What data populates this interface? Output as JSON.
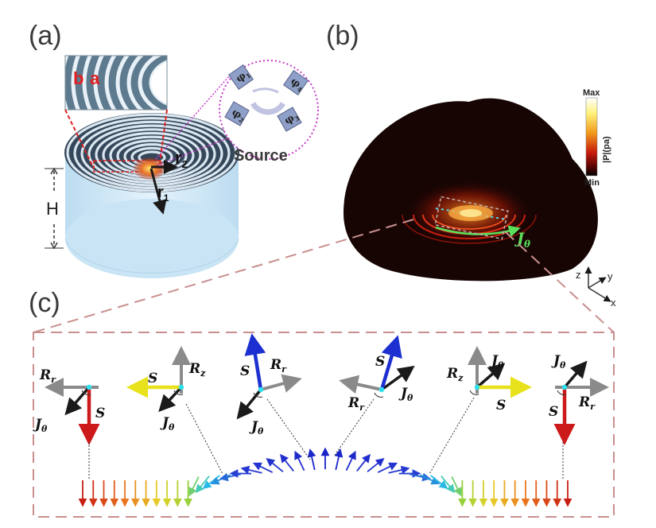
{
  "panels": {
    "a": "(a)",
    "b": "(b)",
    "c": "(c)"
  },
  "panel_a": {
    "inset_labels": [
      "b",
      "a"
    ],
    "r2": "r",
    "r2_sub": "2",
    "r1": "r",
    "r1_sub": "1",
    "height": "H",
    "source_label": "Source",
    "phases": [
      {
        "sym": "φ",
        "sub": "1"
      },
      {
        "sym": "φ",
        "sub": "2"
      },
      {
        "sym": "φ",
        "sub": "3"
      },
      {
        "sym": "φ",
        "sub": "4"
      }
    ]
  },
  "panel_b": {
    "colorbar_label": "|P|(pa)",
    "colorbar_max": "Max",
    "colorbar_min": "Min",
    "flux_label": "J",
    "flux_sub": "θ",
    "axes": {
      "z": "z",
      "y": "y",
      "x": "x"
    }
  },
  "panel_c": {
    "frames": [
      {
        "s": "S",
        "r": "R",
        "r_sub": "r",
        "j": "J",
        "j_sub": "θ",
        "s_color": "#cc1a1a"
      },
      {
        "s": "S",
        "r": "R",
        "r_sub": "z",
        "j": "J",
        "j_sub": "θ",
        "s_color": "#e8e21c"
      },
      {
        "s": "S",
        "r": "R",
        "r_sub": "r",
        "j": "J",
        "j_sub": "θ",
        "s_color": "#1c2fd0"
      },
      {
        "s": "S",
        "r": "R",
        "r_sub": "r",
        "j": "J",
        "j_sub": "θ",
        "s_color": "#1c2fd0"
      },
      {
        "s": "S",
        "r": "R",
        "r_sub": "z",
        "j": "J",
        "j_sub": "θ",
        "s_color": "#e8e21c"
      },
      {
        "s": "S",
        "r": "R",
        "r_sub": "r",
        "j": "J",
        "j_sub": "θ",
        "s_color": "#cc1a1a"
      }
    ]
  },
  "colors": {
    "dash_frame": "#c98f8f",
    "cylinder_top": "#6f8696",
    "cylinder_side": "#cfe8f6",
    "source_ring": "#c838c8",
    "source_tile": "#8fa0c8",
    "field_bg": "#170504",
    "gray_arrow": "#8a8a8a",
    "dark_arrow": "#1a1a1a"
  }
}
